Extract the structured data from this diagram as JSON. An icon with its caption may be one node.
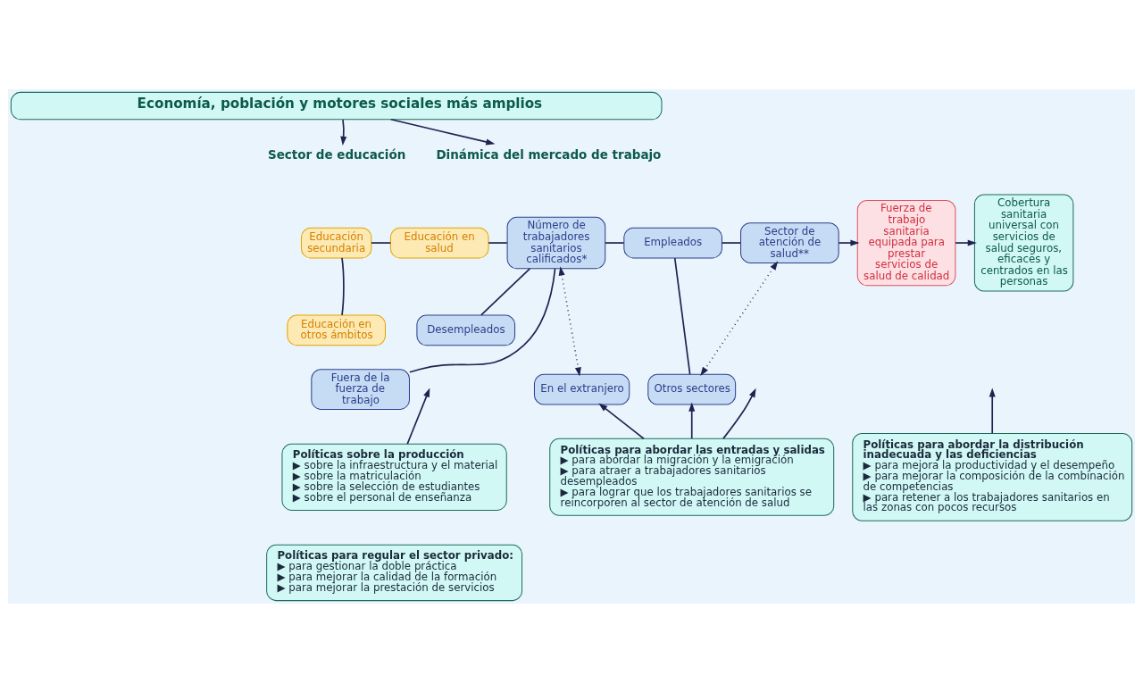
{
  "diagram": {
    "nodes": [
      {
        "text": [
          "Economía, población y motores sociales más amplios"
        ]
      },
      {
        "text": [
          "Sector de educación"
        ]
      },
      {
        "text": [
          "Dinámica del mercado de trabajo"
        ]
      },
      {
        "text": [
          "Educación secundaria"
        ]
      },
      {
        "text": [
          "Educación en salud"
        ]
      },
      {
        "text": [
          "Educación en otros ámbitos"
        ]
      },
      {
        "text": [
          "Número de trabajadores sanitarios calificados*"
        ]
      },
      {
        "text": [
          "Empleados"
        ]
      },
      {
        "text": [
          "Sector de atención de salud**"
        ]
      },
      {
        "text": [
          "Fuerza de trabajo sanitaria equipada para prestar servicios de salud de calidad"
        ]
      },
      {
        "text": [
          "Cobertura sanitaria universal con servicios de salud seguros, eficaces y centrados en las personas"
        ]
      },
      {
        "text": [
          "Desempleados"
        ]
      },
      {
        "text": [
          "Fuera de la fuerza de trabajo"
        ]
      },
      {
        "text": [
          "En el extranjero"
        ]
      },
      {
        "text": [
          "Otros sectores"
        ]
      },
      {
        "text": [
          "Políticas sobre la producción",
          "▶ sobre la infraestructura y el material",
          "▶ sobre la matriculación",
          "▶ sobre la selección de estudiantes",
          "▶ sobre el personal de enseñanza"
        ]
      },
      {
        "text": [
          "Políticas para abordar las entradas y salidas",
          "▶ para abordar la migración y la emigración",
          "▶ para atraer a trabajadores sanitarios desempleados",
          "▶ para lograr que los trabajadores sanitarios se reincorporen al sector de atención de salud"
        ]
      },
      {
        "text": [
          "Políticas para abordar la distribución inadecuada y las deficiencias",
          "▶ para mejora la productividad y el desempeño",
          "▶ para mejorar la composición de la combinación de competencias",
          "▶ para retener a los trabajadores sanitarios en las zonas con pocos recursos"
        ]
      },
      {
        "text": [
          "Políticas para regular el sector privado:",
          "▶ para gestionar la doble práctica",
          "▶ para mejorar la calidad de la formación",
          "▶ para mejorar la prestación de servicios"
        ]
      }
    ],
    "edges": [
      {
        "from": 0,
        "to": 1,
        "arrow": "to"
      },
      {
        "from": 0,
        "to": 2,
        "arrow": "to"
      },
      {
        "from": 3,
        "to": 4,
        "arrow": "none"
      },
      {
        "from": 3,
        "to": 5,
        "arrow": "none"
      },
      {
        "from": 4,
        "to": 6,
        "arrow": "none"
      },
      {
        "from": 6,
        "to": 7,
        "arrow": "none"
      },
      {
        "from": 6,
        "to": 11,
        "arrow": "none"
      },
      {
        "from": 6,
        "to": 12,
        "arrow": "none"
      },
      {
        "from": 7,
        "to": 8,
        "arrow": "none"
      },
      {
        "from": 7,
        "to": 14,
        "arrow": "none"
      },
      {
        "from": 8,
        "to": 9,
        "arrow": "to"
      },
      {
        "from": 9,
        "to": 10,
        "arrow": "to"
      },
      {
        "from": 6,
        "to": 13,
        "arrow": "both",
        "style": "dashed"
      },
      {
        "from": 8,
        "to": 14,
        "arrow": "both",
        "style": "dashed"
      },
      {
        "from": 15,
        "to": null,
        "arrow": "to"
      },
      {
        "from": 16,
        "to": 13,
        "arrow": "to"
      },
      {
        "from": 16,
        "to": null,
        "arrow": "to"
      },
      {
        "from": 16,
        "to": 14,
        "arrow": "to"
      },
      {
        "from": 17,
        "to": null,
        "arrow": "to"
      }
    ]
  }
}
